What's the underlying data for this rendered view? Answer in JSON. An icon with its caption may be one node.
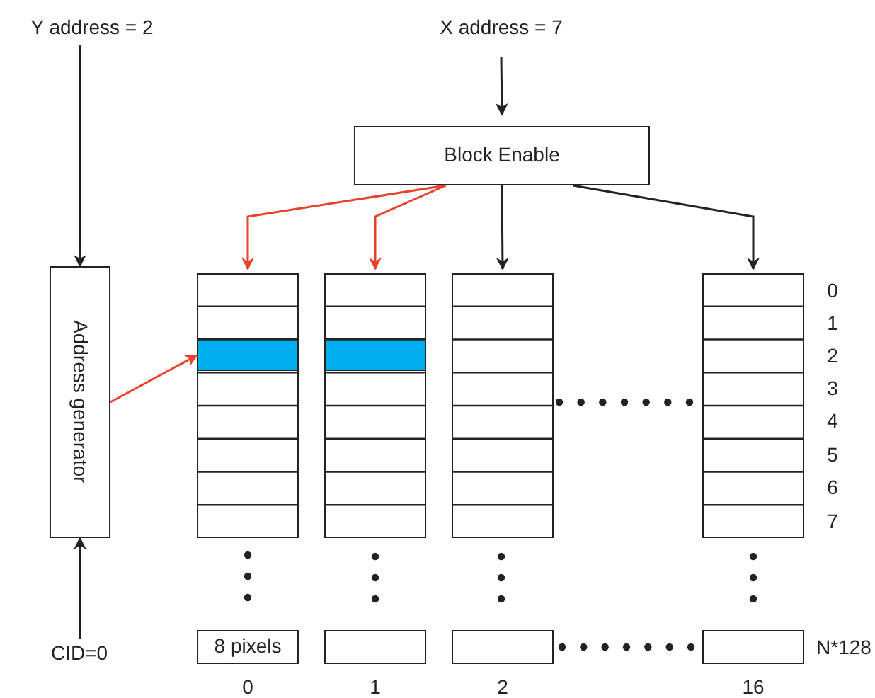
{
  "diagram": {
    "nodes": [
      {
        "text": [
          "Y address = 2"
        ]
      },
      {
        "text": [
          "X address = 7"
        ]
      },
      {
        "text": [
          "Block Enable"
        ]
      },
      {
        "text": [
          "Address generator"
        ]
      },
      {
        "text": [],
        "shape": "box"
      },
      {
        "text": [],
        "shape": "bar",
        "in": 4
      },
      {
        "text": [],
        "shape": "box"
      },
      {
        "text": [],
        "shape": "bar",
        "in": 6
      },
      {
        "text": [],
        "shape": "box"
      },
      {
        "text": [],
        "shape": "box"
      },
      {
        "text": [
          "8 pixels"
        ]
      },
      {
        "text": [],
        "shape": "box"
      },
      {
        "text": [],
        "shape": "box"
      },
      {
        "text": [],
        "shape": "box"
      },
      {
        "text": [
          "CID=0"
        ]
      }
    ],
    "edges": [
      {
        "from": 0,
        "to": 3,
        "arrow": "to"
      },
      {
        "from": 1,
        "to": 2,
        "arrow": "to"
      },
      {
        "from": 2,
        "to": 4,
        "arrow": "to",
        "color": "#e8412c"
      },
      {
        "from": 2,
        "to": 6,
        "arrow": "to",
        "color": "#e8412c"
      },
      {
        "from": 2,
        "to": 8,
        "arrow": "to"
      },
      {
        "from": 2,
        "to": 9,
        "arrow": "to"
      },
      {
        "from": 3,
        "to": 5,
        "arrow": "to",
        "color": "#e8412c"
      },
      {
        "from": 14,
        "to": 3,
        "arrow": "to"
      }
    ],
    "labels": [
      "0",
      "1",
      "2",
      "3",
      "4",
      "5",
      "6",
      "7",
      "N*128",
      "0",
      "1",
      "2",
      "16"
    ]
  }
}
